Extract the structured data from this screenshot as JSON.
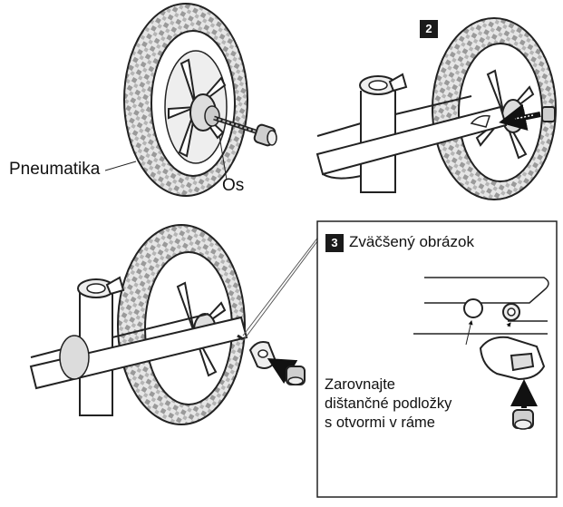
{
  "labels": {
    "tire": "Pneumatika",
    "axle": "Os",
    "zoom_caption": "Zväčšený obrázok",
    "align_note": [
      "Zarovnajte",
      "dištančné podložky",
      "s otvormi v ráme"
    ]
  },
  "steps": [
    "2",
    "3"
  ],
  "colors": {
    "line": "#1a1a1a",
    "tire": "#cfcfcf",
    "tire_shadow": "#8a8a8a",
    "arrow": "#111111",
    "badge": "#1a1a1a"
  },
  "icons": [
    "wheel",
    "axle-bolt",
    "frame",
    "insert-arrow",
    "spacer-washer",
    "nut",
    "frame-hole"
  ]
}
